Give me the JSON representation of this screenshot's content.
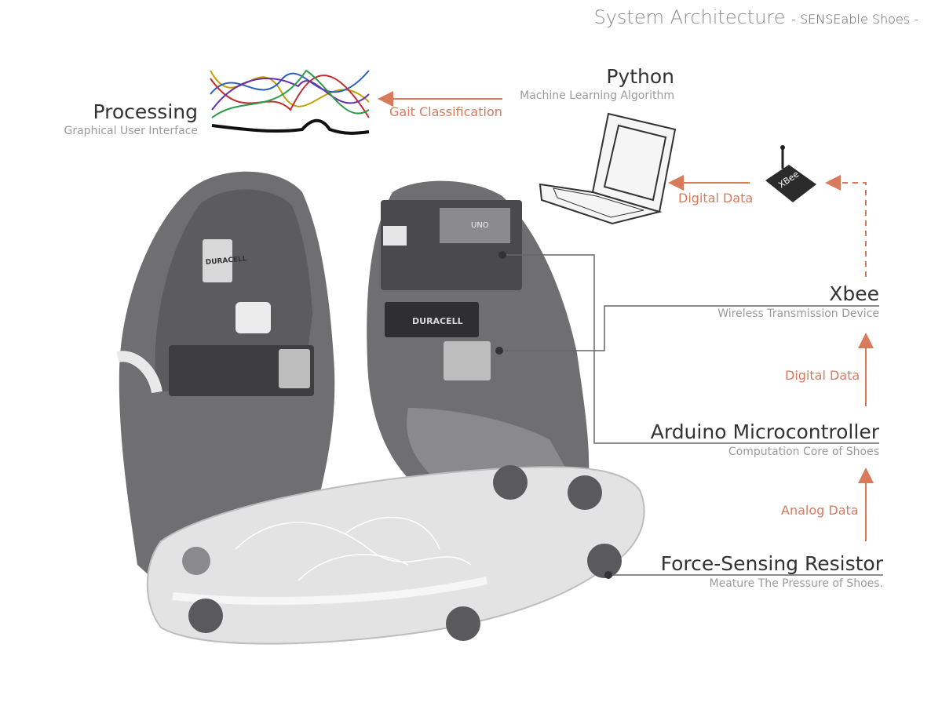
{
  "header": {
    "title": "System Architecture",
    "subtitle": "- SENSEable Shoes -"
  },
  "components": {
    "processing": {
      "title": "Processing",
      "subtitle": "Graphical User Interface"
    },
    "python": {
      "title": "Python",
      "subtitle": "Machine Learning Algorithm"
    },
    "xbee": {
      "title": "Xbee",
      "subtitle": "Wireless Transmission Device"
    },
    "arduino": {
      "title": "Arduino Microcontroller",
      "subtitle": "Computation Core of Shoes"
    },
    "fsr": {
      "title": "Force-Sensing Resistor",
      "subtitle": "Meature The Pressure of Shoes."
    }
  },
  "flows": {
    "gait": "Gait Classification",
    "digital_top": "Digital Data",
    "digital_right": "Digital Data",
    "analog": "Analog Data"
  },
  "device_labels": {
    "battery": "DURACELL",
    "arduino_brand": "UNO",
    "xbee_chip": "XBee"
  },
  "colors": {
    "accent": "#d97a5c",
    "leader_line": "#666666",
    "shoe_fill": "#6d6d70",
    "sole_fill": "#e3e3e3"
  }
}
